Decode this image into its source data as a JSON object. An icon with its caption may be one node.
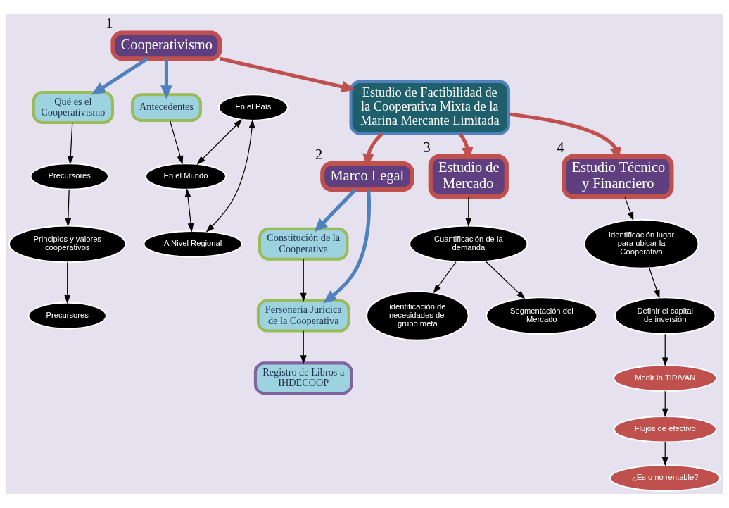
{
  "diagram": {
    "nodes": [
      {
        "text": [
          "Estudio de Factibilidad de la Cooperativa Mixta de la Marina Mercante Limitada"
        ]
      },
      {
        "text": [
          "Cooperativismo"
        ],
        "beside": [
          "1"
        ]
      },
      {
        "text": [
          "Marco Legal"
        ],
        "beside": [
          "2"
        ]
      },
      {
        "text": [
          "Estudio de Mercado"
        ],
        "beside": [
          "3"
        ]
      },
      {
        "text": [
          "Estudio Técnico y Financiero"
        ],
        "beside": [
          "4"
        ]
      },
      {
        "text": [
          "Antecedentes"
        ]
      },
      {
        "text": [
          "Qué es el Cooperativismo"
        ]
      },
      {
        "text": [
          "En el País"
        ]
      },
      {
        "text": [
          "A Nivel Regional"
        ]
      },
      {
        "text": [
          "En el Mundo"
        ]
      },
      {
        "text": [
          "Precursores"
        ]
      },
      {
        "text": [
          "Principios y valores cooperativos"
        ]
      },
      {
        "text": [
          "Precursores"
        ]
      },
      {
        "text": [
          "Constitución de la Cooperativa"
        ]
      },
      {
        "text": [
          "Personería Jurídica de la Cooperativa"
        ]
      },
      {
        "text": [
          "Registro de Libros a IHDECOOP"
        ]
      },
      {
        "text": [
          "Segmentación del Mercado"
        ]
      },
      {
        "text": [
          "Cuantificación de la demanda"
        ]
      },
      {
        "text": [
          "identificación de necesidades del grupo meta"
        ]
      },
      {
        "text": [
          "Identificación lugar para ubicar la Cooperativa"
        ]
      },
      {
        "text": [
          "Definir el capital de inversión"
        ]
      },
      {
        "text": [
          "Medir la TIR/VAN"
        ]
      },
      {
        "text": [
          "Flujos de efectivo"
        ]
      },
      {
        "text": [
          "¿Es o no rentable?"
        ]
      }
    ],
    "edges": [
      {
        "from": 1,
        "to": 0,
        "arrow": "to",
        "style": "thick",
        "color": "#c0504d"
      },
      {
        "from": 0,
        "to": 2,
        "arrow": "to",
        "style": "thick",
        "color": "#c0504d"
      },
      {
        "from": 0,
        "to": 3,
        "arrow": "to",
        "style": "thick",
        "color": "#c0504d"
      },
      {
        "from": 0,
        "to": 4,
        "arrow": "to",
        "style": "thick",
        "color": "#c0504d"
      },
      {
        "from": 1,
        "to": 5,
        "arrow": "to",
        "style": "thick",
        "color": "#4f81bd"
      },
      {
        "from": 1,
        "to": 6,
        "arrow": "to",
        "style": "thick",
        "color": "#4f81bd"
      },
      {
        "from": 2,
        "to": 13,
        "arrow": "to",
        "style": "thick",
        "color": "#4f81bd"
      },
      {
        "from": 2,
        "to": 14,
        "arrow": "to",
        "style": "thick",
        "color": "#4f81bd"
      },
      {
        "from": 5,
        "to": 9,
        "arrow": "to"
      },
      {
        "from": 7,
        "to": 8,
        "arrow": "both"
      },
      {
        "from": 7,
        "to": 9,
        "arrow": "both"
      },
      {
        "from": 9,
        "to": 8,
        "arrow": "both"
      },
      {
        "from": 6,
        "to": 10,
        "arrow": "to"
      },
      {
        "from": 10,
        "to": 11,
        "arrow": "to"
      },
      {
        "from": 11,
        "to": 12,
        "arrow": "to"
      },
      {
        "from": 13,
        "to": 14,
        "arrow": "to"
      },
      {
        "from": 14,
        "to": 15,
        "arrow": "to"
      },
      {
        "from": 3,
        "to": 17,
        "arrow": "to"
      },
      {
        "from": 17,
        "to": 16,
        "arrow": "to"
      },
      {
        "from": 17,
        "to": 18,
        "arrow": "to"
      },
      {
        "from": 4,
        "to": 19,
        "arrow": "to"
      },
      {
        "from": 19,
        "to": 20,
        "arrow": "to"
      },
      {
        "from": 20,
        "to": 21,
        "arrow": "to"
      },
      {
        "from": 21,
        "to": 22,
        "arrow": "to"
      },
      {
        "from": 22,
        "to": 23,
        "arrow": "to"
      }
    ]
  }
}
